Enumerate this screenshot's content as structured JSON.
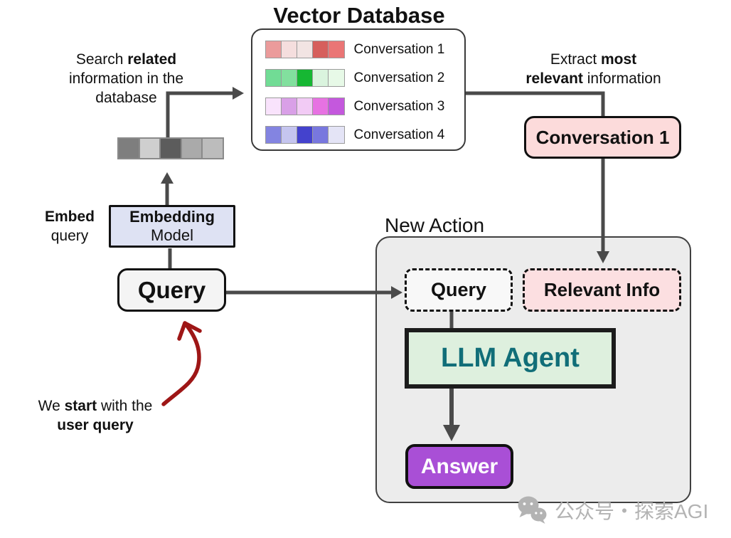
{
  "colors": {
    "arrow": "#4a4a4a",
    "red_arrow": "#9e1616",
    "box_border": "#111111",
    "db_border": "#3a3a3a",
    "panel_border": "#404040",
    "panel_gray": "#ececec",
    "lavender": "#dee2f3",
    "light_gray_box": "#f4f4f4",
    "pink": "#fcdbdb",
    "pink_light": "#fcdfe1",
    "green_light": "#def0de",
    "teal_text": "#116e78",
    "purple": "#a94fd6",
    "watermark": "#b3b3b3"
  },
  "title": "Vector Database",
  "vector_db": {
    "rows": [
      {
        "label": "Conversation 1",
        "cells": [
          "#eb9b9b",
          "#f5dede",
          "#f2e4e3",
          "#d65f5c",
          "#ea7575"
        ]
      },
      {
        "label": "Conversation 2",
        "cells": [
          "#71dc95",
          "#82e09e",
          "#16b733",
          "#daf4de",
          "#e7f9e7"
        ]
      },
      {
        "label": "Conversation 3",
        "cells": [
          "#f9e3fc",
          "#d9a0e7",
          "#f2cbf5",
          "#e772e2",
          "#c458dd"
        ]
      },
      {
        "label": "Conversation 4",
        "cells": [
          "#8384e1",
          "#c5c5ef",
          "#4442cd",
          "#7877de",
          "#e4e4f6"
        ]
      }
    ]
  },
  "query_vector": {
    "cells": [
      "#7e7e7e",
      "#cfcfcf",
      "#5c5c5c",
      "#aaaaaa",
      "#bcbcbc"
    ]
  },
  "notes": {
    "search": {
      "l1a": "Search ",
      "l1b": "related",
      "l2": "information in the",
      "l3": "database"
    },
    "embed": {
      "l1": "Embed",
      "l2": "query"
    },
    "extract": {
      "l1a": "Extract ",
      "l1b": "most",
      "l2a": "relevant",
      "l2b": " information"
    },
    "start": {
      "l1a": "We ",
      "l1b": "start",
      "l1c": " with the",
      "l2": "user query"
    }
  },
  "boxes": {
    "embedding_l1": "Embedding",
    "embedding_l2": "Model",
    "query": "Query",
    "conversation1": "Conversation 1",
    "new_action_label": "New Action",
    "query_dashed": "Query",
    "relevant_info": "Relevant Info",
    "llm_agent": "LLM Agent",
    "answer": "Answer"
  },
  "watermark": {
    "text": "公众号・探索AGI"
  }
}
